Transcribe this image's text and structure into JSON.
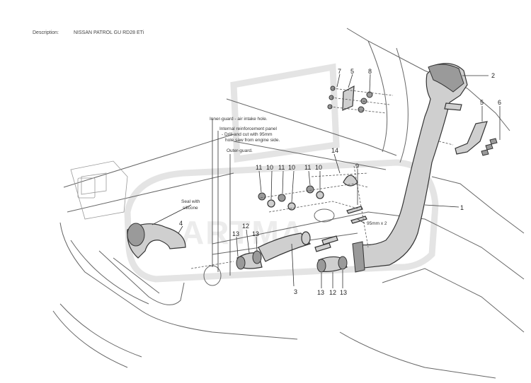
{
  "header": {
    "label": "Description:",
    "value": "NISSAN PATROL GU RD28 ETi"
  },
  "watermark": {
    "text": "ARTMA"
  },
  "callouts": {
    "n1": "1",
    "n2": "2",
    "n3": "3",
    "n4": "4",
    "n5a": "5",
    "n5b": "5",
    "n6": "6",
    "n7": "7",
    "n8": "8",
    "n9": "9",
    "n10a": "10",
    "n10b": "10",
    "n10c": "10",
    "n11a": "11",
    "n11b": "11",
    "n11c": "11",
    "n12a": "12",
    "n12b": "12",
    "n13a": "13",
    "n13b": "13",
    "n13c": "13",
    "n13d": "13",
    "n14": "14"
  },
  "notes": {
    "inner_guard": "Inner-guard - air intake hole.",
    "reinf_1": "Internal reinforcement panel",
    "reinf_2": "- Drill and cut with 95mm",
    "reinf_3": "hole saw from engine side.",
    "outer_guard": "Outer-guard.",
    "seal_1": "Seal with",
    "seal_2": "silicone",
    "hole_size": "95mm x 2"
  }
}
